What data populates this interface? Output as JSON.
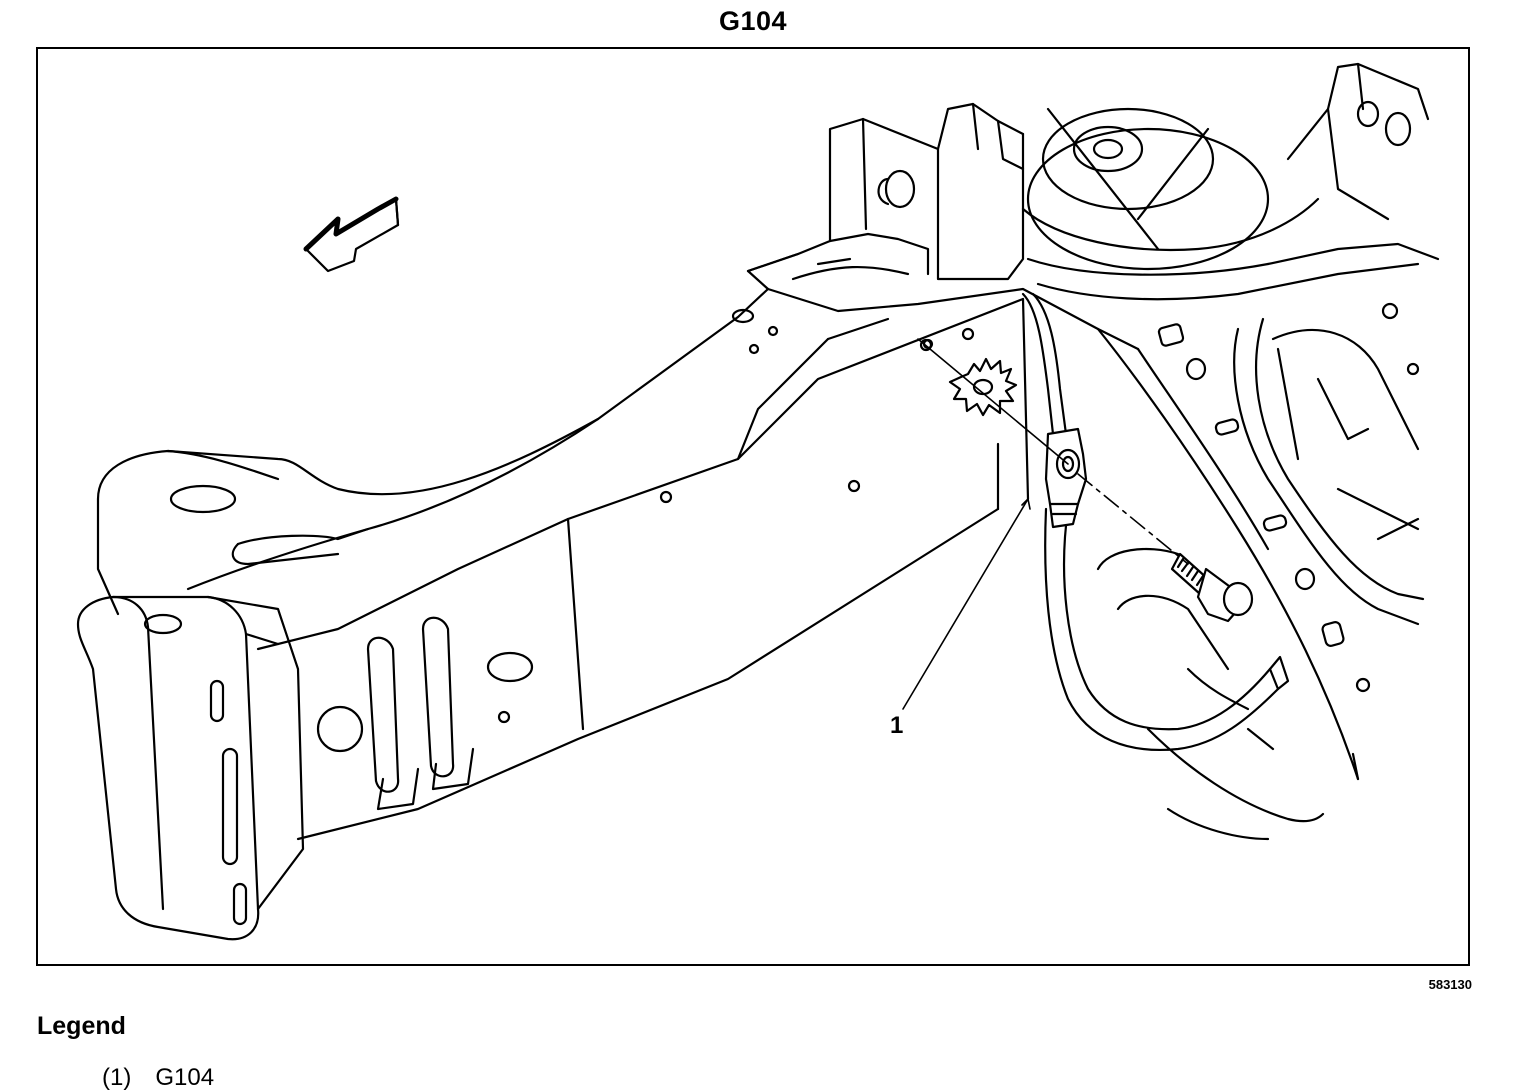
{
  "title": "G104",
  "figure_number": "583130",
  "callouts": [
    {
      "number": "1"
    }
  ],
  "legend": {
    "heading": "Legend",
    "items": [
      {
        "key": "(1)",
        "label": "G104"
      }
    ]
  },
  "icons": {
    "direction_arrow": "front-direction-arrow-icon"
  },
  "colors": {
    "line": "#000000",
    "background": "#ffffff"
  }
}
